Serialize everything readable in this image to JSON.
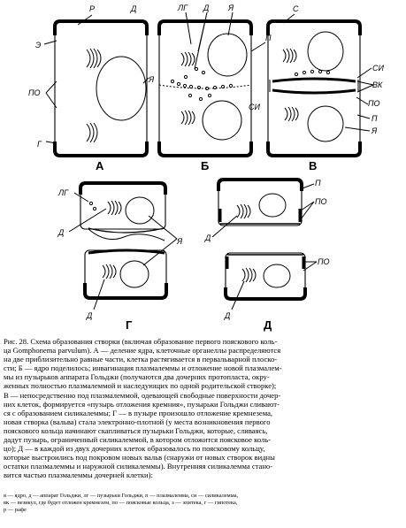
{
  "figure": {
    "panels": {
      "A": "А",
      "B": "Б",
      "V": "В",
      "G": "Г",
      "D": "Д"
    },
    "labels": {
      "r": "Р",
      "d": "Д",
      "lg": "ЛГ",
      "ya": "Я",
      "p": "П",
      "s": "С",
      "e": "Э",
      "po": "ПО",
      "g": "Г",
      "si": "СИ",
      "vk": "ВК"
    }
  },
  "caption": {
    "lines": [
      "Рис. 28. Схема образования створки (включая образование первого пояскового коль-",
      "ца Gomphonema parvulum). А — деление ядра, клеточные органеллы распределяются",
      "на две приблизительно равные части, клетка растягивается в первальварной плоско-",
      "сти; Б — ядро поделилось; инвагинация плазмалеммы и отложение новой плазмалем-",
      "мы из пузырьков аппарата Гольджи (получаются два дочерних протопласта, окру-",
      "женных полностью плазмалеммой и наследующих по одной родительской створке);",
      "В — непосредственно под плазмалеммой, одевающей свободные поверхности дочер-",
      "них клеток, формируется «пузырь отложения кремния», пузырьки Гольджи сливают-",
      "ся с образованием силикалеммы; Г — в пузыре произошло отложение кремнезема,",
      "новая створка (вальва) стала электронно-плотной (у места возникновения первого",
      "пояскового кольца начинают скапливаться пузырьки Гольджи, которые, сливаясь,",
      "дадут пузырь, ограниченный силикалеммой, в котором отложится поясковое коль-",
      "цо); Д — в каждой из двух дочерних клеток образовалось по поясковому кольцу,",
      "которые выстроились под покровом новых вальв (снаружи от новых створок видны",
      "остатки плазмалеммы и наружной силикалеммы). Внутренняя силикалемма стано-",
      "вится частью плазмалеммы дочерней клетки):"
    ]
  },
  "legend": {
    "lines": [
      "я — ядро, д — аппарат Гольджи, лг — пузырьки Гольджи, п — плазмалемма, си — силикалемма,",
      "вк — везикул, где будет отложен кремнезем, по — поясковые кольца, э — эпитека, г — гипотека,",
      "р — рафе"
    ]
  }
}
